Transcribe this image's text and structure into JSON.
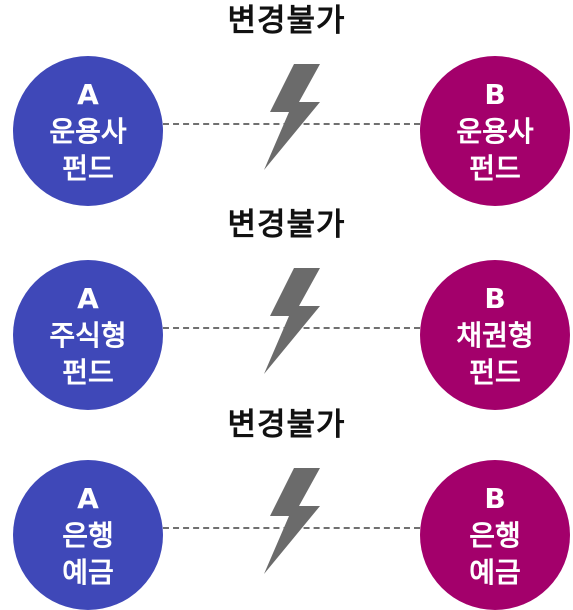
{
  "rows": [
    {
      "title": "변경불가",
      "left": {
        "line1": "A",
        "line2": "운용사",
        "line3": "펀드"
      },
      "right": {
        "line1": "B",
        "line2": "운용사",
        "line3": "펀드"
      }
    },
    {
      "title": "변경불가",
      "left": {
        "line1": "A",
        "line2": "주식형",
        "line3": "펀드"
      },
      "right": {
        "line1": "B",
        "line2": "채권형",
        "line3": "펀드"
      }
    },
    {
      "title": "변경불가",
      "left": {
        "line1": "A",
        "line2": "은행",
        "line3": "예금"
      },
      "right": {
        "line1": "B",
        "line2": "은행",
        "line3": "예금"
      }
    }
  ],
  "colors": {
    "left_circle": "#3f48b8",
    "right_circle": "#a3006b",
    "bolt": "#6b6b6b",
    "dashed_line": "#707070"
  },
  "icons": {
    "connector": "lightning-bolt-icon"
  }
}
